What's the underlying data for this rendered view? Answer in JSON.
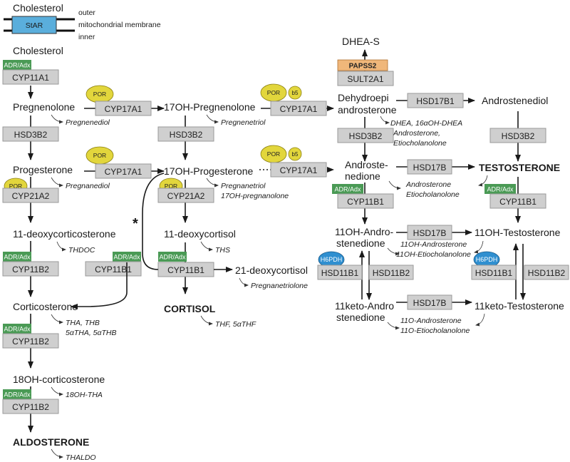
{
  "membrane": {
    "top_label": "Cholesterol",
    "bottom_label": "Cholesterol",
    "transporter": "StAR",
    "outer": "outer",
    "mid": "mitochondrial membrane",
    "inner": "inner"
  },
  "cofactors": {
    "adr": "ADR/Adx",
    "por": "POR",
    "b5": "b5",
    "h6pdh": "H6PDH",
    "paps": "PAPSS2"
  },
  "enzymes": {
    "cyp11a1": "CYP11A1",
    "cyp17a1": "CYP17A1",
    "hsd3b2": "HSD3B2",
    "cyp21a2": "CYP21A2",
    "cyp11b2": "CYP11B2",
    "cyp11b1": "CYP11B1",
    "sult2a1": "SULT2A1",
    "hsd17b1": "HSD17B1",
    "hsd17b": "HSD17B",
    "hsd11b1": "HSD11B1",
    "hsd11b2": "HSD11B2"
  },
  "metabolites": {
    "pregnenolone": "Pregnenolone",
    "progesterone": "Progesterone",
    "doc": "11-deoxycorticosterone",
    "corticosterone": "Corticosterone",
    "oh18_corticosterone": "18OH-corticosterone",
    "aldosterone": "ALDOSTERONE",
    "oh17_preg": "17OH-Pregnenolone",
    "oh17_prog": "17OH-Progesterone",
    "deoxycortisol11": "11-deoxycortisol",
    "cortisol": "CORTISOL",
    "deoxycortisol21": "21-deoxycortisol",
    "dhea_s": "DHEA-S",
    "dhea_1": "Dehydroepi",
    "dhea_2": "androsterone",
    "androstenediol": "Androstenediol",
    "andro_1": "Androste-",
    "andro_2": "nedione",
    "testosterone": "TESTOSTERONE",
    "oh11_andro_1": "11OH-Andro-",
    "oh11_andro_2": "stenedione",
    "oh11_testo": "11OH-Testosterone",
    "keto11_andro_1": "11keto-Andro",
    "keto11_andro_2": "stenedione",
    "keto11_testo": "11keto-Testosterone"
  },
  "urinary": {
    "pregnenediol": "Pregnenediol",
    "pregnanediol": "Pregnanediol",
    "thdoc": "THDOC",
    "cort_1": "THA, THB",
    "cort_2": "5αTHA, 5αTHB",
    "oh18tha": "18OH-THA",
    "thaldo": "THALDO",
    "pregnenetriol": "Pregnenetriol",
    "prog17_1": "Pregnanetriol",
    "prog17_2": "17OH-pregnanolone",
    "ths": "THS",
    "thf": "THF, 5αTHF",
    "pregnanetriolone": "Pregnanetriolone",
    "dhea_1": "DHEA, 16αOH-DHEA",
    "dhea_2": "Androsterone,",
    "dhea_3": "Etiocholanolone",
    "andro_1": "Androsterone",
    "andro_2": "Etiocholanolone",
    "oh11_1": "11OH-Androsterone",
    "oh11_2": "11OH-Etiocholanolone",
    "o11_1": "11O-Androsterone",
    "o11_2": "11O-Etiocholanolone"
  },
  "asterisk": "*",
  "colors": {
    "star": "#5aaedc",
    "adr": "#4a9a55",
    "por": "#e2d63c",
    "h6pdh": "#2f8fd0",
    "paps": "#f0b77a",
    "enzyme": "#cfcfcf"
  }
}
